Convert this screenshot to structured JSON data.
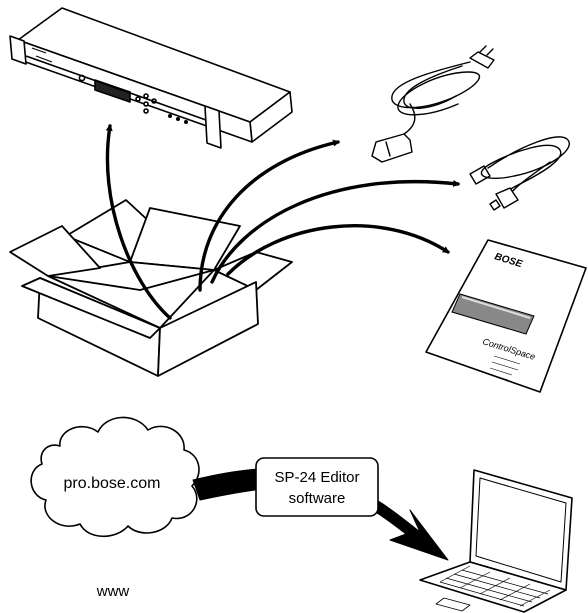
{
  "manual_brand": "BOSE",
  "manual_product": "ControlSpace",
  "cloud": {
    "url": "pro.bose.com",
    "caption": "www"
  },
  "software_label": {
    "line1": "SP-24 Editor",
    "line2": "software"
  },
  "icons": {
    "box": "open-box-icon",
    "rack_unit": "rack-processor-icon",
    "power_cord": "power-cord-icon",
    "usb_cable": "usb-cable-icon",
    "manual": "owners-guide-icon",
    "cloud": "cloud-icon",
    "laptop": "laptop-icon"
  },
  "colors": {
    "ink": "#000000",
    "paper": "#ffffff",
    "screen": "#111111"
  }
}
